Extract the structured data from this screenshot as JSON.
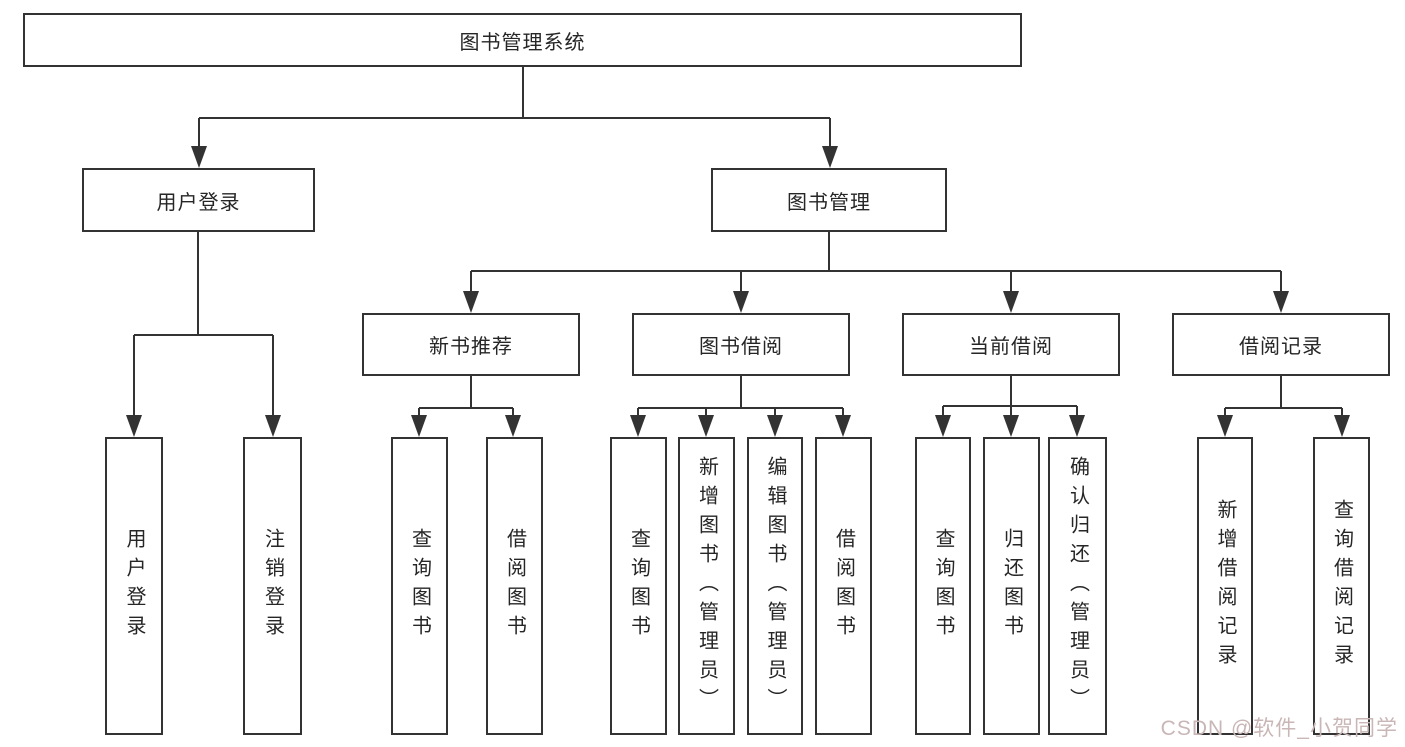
{
  "colors": {
    "line": "#333333",
    "text": "#262626",
    "background": "#ffffff",
    "watermark_text": "#c9b6b6"
  },
  "watermark": "CSDN @软件_小贺同学",
  "nodes": {
    "root": "图书管理系统",
    "user_login_branch": "用户登录",
    "book_mgmt_branch": "图书管理",
    "new_book_rec": "新书推荐",
    "book_borrow": "图书借阅",
    "current_borrow": "当前借阅",
    "borrow_records": "借阅记录",
    "leaf_user_login": "用户登录",
    "leaf_logout": "注销登录",
    "rec_query_books": "查询图书",
    "rec_borrow_books": "借阅图书",
    "bb_query_books": "查询图书",
    "bb_add_books": "新增图书（管理员）",
    "bb_edit_books": "编辑图书（管理员）",
    "bb_borrow_books": "借阅图书",
    "cb_query_books": "查询图书",
    "cb_return_books": "归还图书",
    "cb_confirm_return": "确认归还（管理员）",
    "br_add_record": "新增借阅记录",
    "br_query_record": "查询借阅记录"
  }
}
